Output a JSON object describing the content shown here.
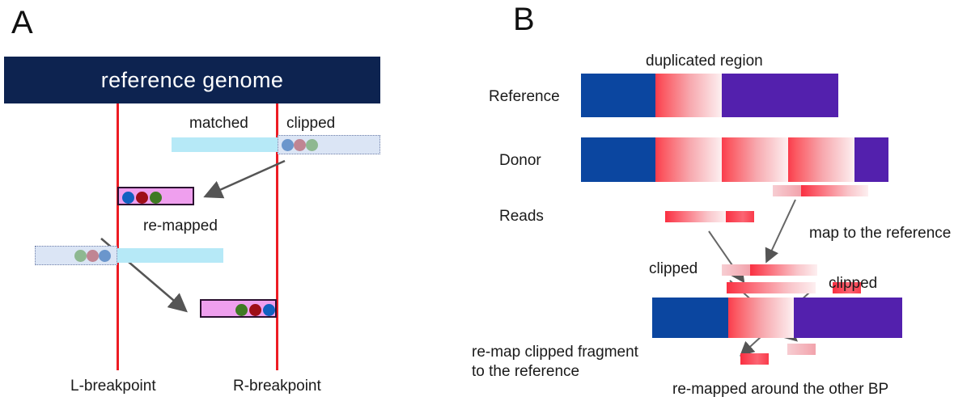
{
  "figure": {
    "panels": [
      {
        "letter": "A"
      },
      {
        "letter": "B"
      }
    ]
  },
  "panel_a": {
    "reference_genome_label": "reference genome",
    "matched_label": "matched",
    "clipped_label": "clipped",
    "remapped_label": "re-mapped",
    "left_breakpoint_label": "L-breakpoint",
    "right_breakpoint_label": "R-breakpoint",
    "colors": {
      "reference_bar": "#0d2350",
      "breakpoint_line": "#ed1c24",
      "matched_segment": "#b6e9f7",
      "clipped_segment": "#dbe5f5",
      "remapped_bar": "#ef9fee",
      "remapped_border": "#2b1030",
      "arrow": "#555555",
      "dot_blue_faded": "#6b96cc",
      "dot_rose_faded": "#c08593",
      "dot_green_faded": "#8eb891",
      "dot_blue_solid": "#1060c0",
      "dot_red_solid": "#9e0e18",
      "dot_green_solid": "#3f7a23"
    },
    "reads": [
      {
        "name": "top-read",
        "matched_side": "left",
        "dots": [
          "blue",
          "rose",
          "green"
        ]
      },
      {
        "name": "bottom-read",
        "matched_side": "right",
        "dots": [
          "green",
          "rose",
          "blue"
        ]
      }
    ],
    "remapped_fragments": [
      {
        "name": "remapped-left",
        "dots": [
          "blue",
          "red",
          "green"
        ],
        "dots_side": "left"
      },
      {
        "name": "remapped-right",
        "dots": [
          "green",
          "red",
          "blue"
        ],
        "dots_side": "right"
      }
    ]
  },
  "panel_b": {
    "duplicated_region_label": "duplicated region",
    "reference_label": "Reference",
    "donor_label": "Donor",
    "reads_label": "Reads",
    "map_to_reference_label": "map to the reference",
    "clipped_left_label": "clipped",
    "clipped_right_label": "clipped",
    "remap_clipped_line1": "re-map clipped fragment",
    "remap_clipped_line2": "to the reference",
    "remapped_other_bp_label": "re-mapped around the other BP",
    "colors": {
      "blue_segment": "#0b46a0",
      "purple_segment": "#5320ad",
      "duplicated_gradient_start": "#fa3c4c",
      "duplicated_gradient_end": "#fdf0f1",
      "arrow": "#555555"
    },
    "reference_segments": [
      "blue",
      "duplicated",
      "purple"
    ],
    "donor_segments": [
      "blue",
      "duplicated",
      "duplicated",
      "duplicated",
      "purple"
    ],
    "bottom_reference_segments": [
      "blue",
      "duplicated",
      "purple"
    ],
    "duplicated_copies_in_donor": 3,
    "duplicated_copies_in_reference": 1
  }
}
